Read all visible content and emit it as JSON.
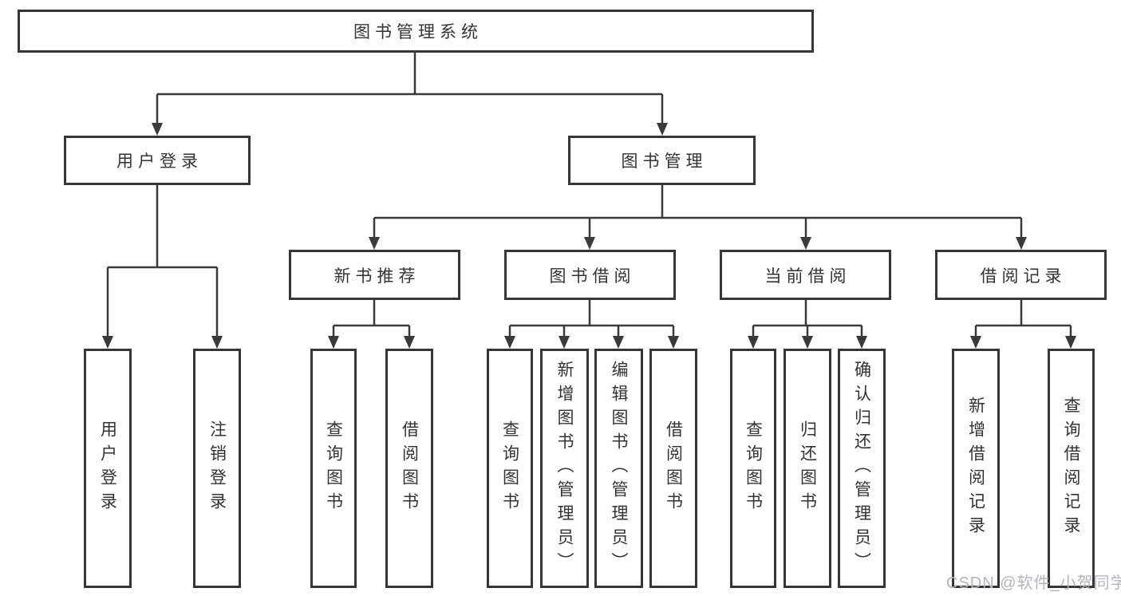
{
  "tree": {
    "root": {
      "label": "图书管理系统",
      "children": [
        {
          "label": "用户登录",
          "children": [
            {
              "label": "用户登录"
            },
            {
              "label": "注销登录"
            }
          ]
        },
        {
          "label": "图书管理",
          "children": [
            {
              "label": "新书推荐",
              "children": [
                {
                  "label": "查询图书"
                },
                {
                  "label": "借阅图书"
                }
              ]
            },
            {
              "label": "图书借阅",
              "children": [
                {
                  "label": "查询图书"
                },
                {
                  "label": "新增图书（管理员）"
                },
                {
                  "label": "编辑图书（管理员）"
                },
                {
                  "label": "借阅图书"
                }
              ]
            },
            {
              "label": "当前借阅",
              "children": [
                {
                  "label": "查询图书"
                },
                {
                  "label": "归还图书"
                },
                {
                  "label": "确认归还（管理员）"
                }
              ]
            },
            {
              "label": "借阅记录",
              "children": [
                {
                  "label": "新增借阅记录"
                },
                {
                  "label": "查询借阅记录"
                }
              ]
            }
          ]
        }
      ]
    }
  },
  "watermark": {
    "text": "CSDN @软件_小贺同学",
    "color": "#b2b6bc"
  },
  "colors": {
    "line": "#3a3a3a",
    "border": "#363636",
    "text": "#333333",
    "background": "#ffffff"
  }
}
